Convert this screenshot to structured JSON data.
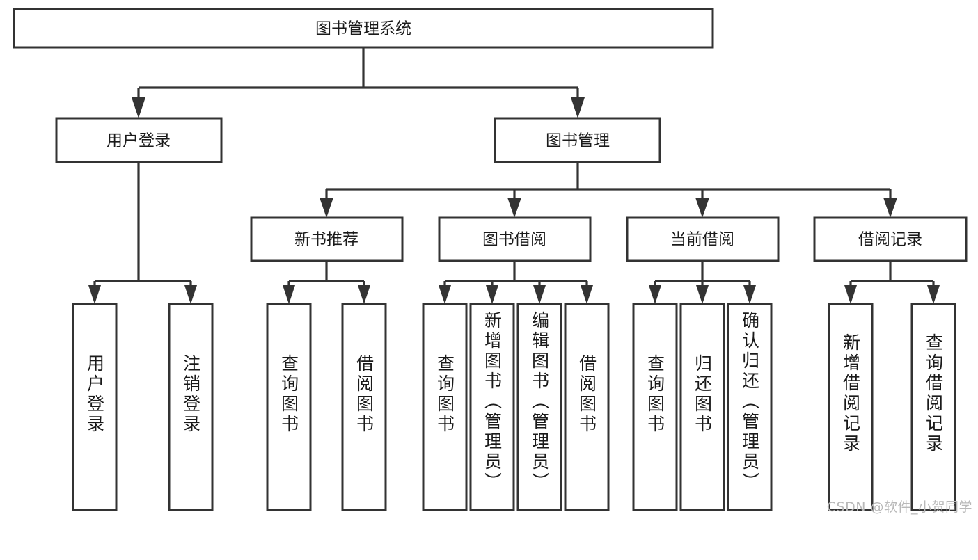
{
  "diagram": {
    "type": "tree-hierarchy",
    "title": "图书管理系统",
    "watermark": "CSDN @软件_小贺同学",
    "colors": {
      "box_stroke": "#333333",
      "box_fill": "#ffffff",
      "connector": "#333333",
      "text": "#1a1a1a",
      "background": "#ffffff",
      "watermark": "#b9b9b9"
    },
    "root": {
      "label": "图书管理系统"
    },
    "level2": [
      {
        "label": "用户登录"
      },
      {
        "label": "图书管理"
      }
    ],
    "level3": [
      {
        "label": "新书推荐"
      },
      {
        "label": "图书借阅"
      },
      {
        "label": "当前借阅"
      },
      {
        "label": "借阅记录"
      }
    ],
    "leaf_groups": [
      {
        "parent": "用户登录",
        "leaves": [
          {
            "label": "用户登录"
          },
          {
            "label": "注销登录"
          }
        ]
      },
      {
        "parent": "新书推荐",
        "leaves": [
          {
            "label": "查询图书"
          },
          {
            "label": "借阅图书"
          }
        ]
      },
      {
        "parent": "图书借阅",
        "leaves": [
          {
            "label": "查询图书"
          },
          {
            "label": "新增图书（管理员）"
          },
          {
            "label": "编辑图书（管理员）"
          },
          {
            "label": "借阅图书"
          }
        ]
      },
      {
        "parent": "当前借阅",
        "leaves": [
          {
            "label": "查询图书"
          },
          {
            "label": "归还图书"
          },
          {
            "label": "确认归还（管理员）"
          }
        ]
      },
      {
        "parent": "借阅记录",
        "leaves": [
          {
            "label": "新增借阅记录"
          },
          {
            "label": "查询借阅记录"
          }
        ]
      }
    ]
  }
}
